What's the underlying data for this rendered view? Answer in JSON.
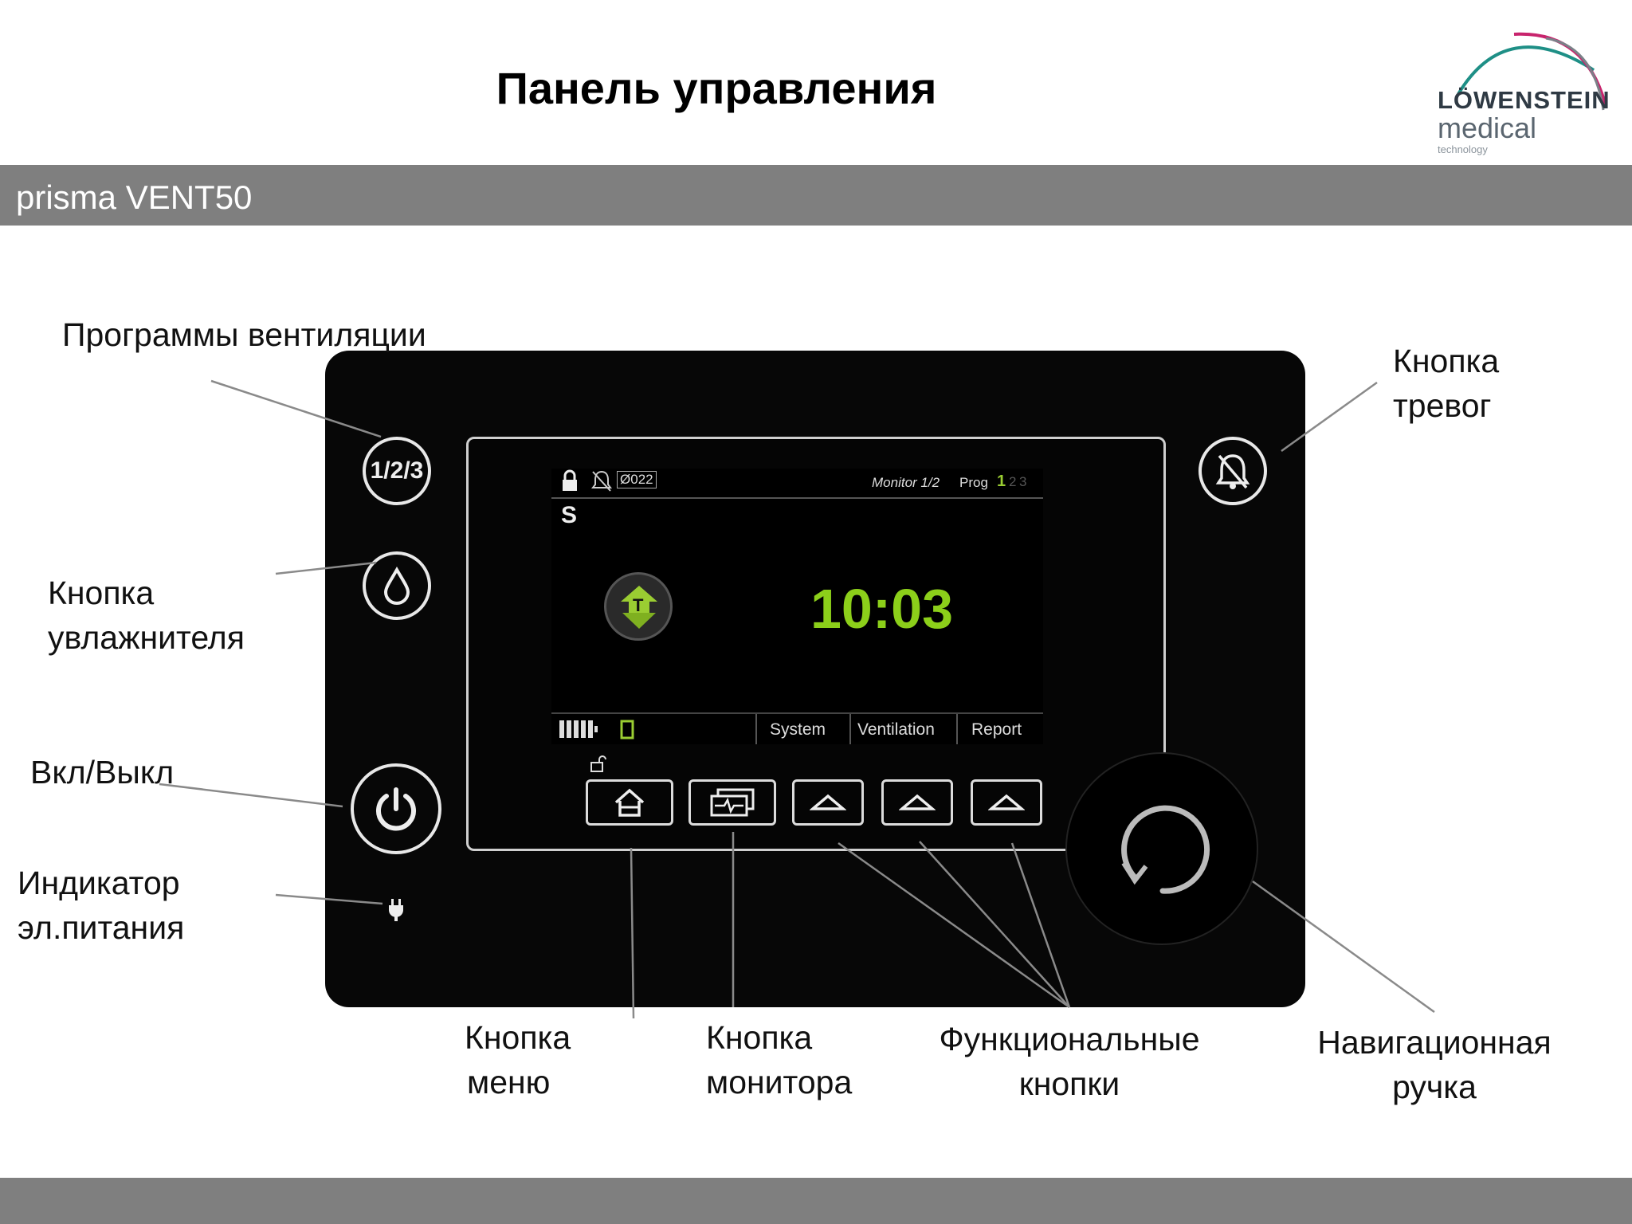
{
  "header": {
    "title": "Панель управления"
  },
  "logo": {
    "line1": "LÖWENSTEIN",
    "line2": "medical",
    "line3": "technology"
  },
  "band": {
    "label": "prisma VENT50"
  },
  "device": {
    "program_button": "1/2/3",
    "screen": {
      "monitor": "Monitor 1/2",
      "prog": "Prog",
      "prog_1": "1",
      "prog_2": "2",
      "prog_3": "3",
      "value_022": "022",
      "mode": "S",
      "time": "10:03",
      "badge": "T",
      "tabs": [
        "System",
        "Ventilation",
        "Report"
      ]
    }
  },
  "callouts": {
    "programs": "Программы вентиляции",
    "alarm_line1": "Кнопка",
    "alarm_line2": "тревог",
    "humid_line1": "Кнопка",
    "humid_line2": "увлажнителя",
    "power": "Вкл/Выкл",
    "indicator_line1": "Индикатор",
    "indicator_line2": "эл.питания",
    "menu_line1": "Кнопка",
    "menu_line2": "меню",
    "monitor_line1": "Кнопка",
    "monitor_line2": "монитора",
    "func_line1": "Функциональные",
    "func_line2": "кнопки",
    "nav_line1": "Навигационная",
    "nav_line2": "ручка"
  },
  "colors": {
    "band": "#7f7f7f",
    "time": "#8ccf1a",
    "logo_arc_teal": "#1e8f86",
    "logo_arc_pink": "#c8246d"
  }
}
